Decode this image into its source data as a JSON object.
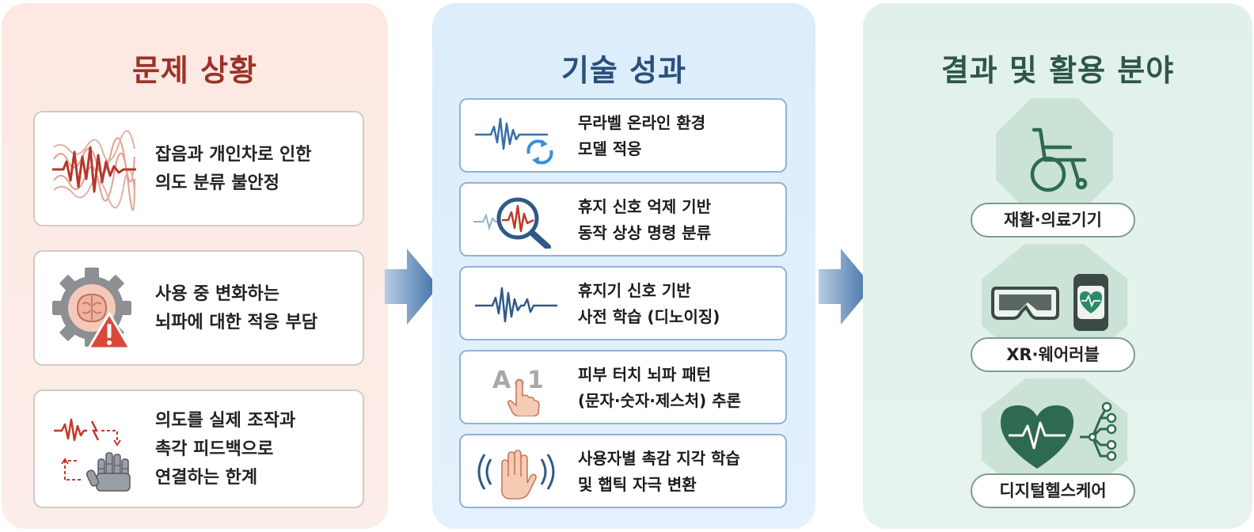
{
  "problem": {
    "title": "문제 상황",
    "cards": [
      {
        "lines": [
          "잡음과 개인차로 인한",
          "의도 분류 불안정"
        ],
        "icon": "noisy-waves-icon"
      },
      {
        "lines": [
          "사용 중 변화하는",
          "뇌파에 대한 적응 부담"
        ],
        "icon": "gear-brain-warning-icon"
      },
      {
        "lines": [
          "의도를 실제 조작과",
          "촉각 피드백으로",
          "연결하는 한계"
        ],
        "icon": "signal-robot-hand-icon"
      }
    ]
  },
  "tech": {
    "title": "기술 성과",
    "cards": [
      {
        "lines": [
          "무라벨 온라인 환경",
          "모델 적응"
        ],
        "icon": "wave-refresh-icon"
      },
      {
        "lines": [
          "휴지 신호 억제 기반",
          "동작 상상 명령 분류"
        ],
        "icon": "magnifier-wave-icon"
      },
      {
        "lines": [
          "휴지기 신호 기반",
          "사전 학습 (디노이징)"
        ],
        "icon": "signal-wave-icon"
      },
      {
        "lines": [
          "피부 터치 뇌파 패턴",
          "(문자·숫자·제스처) 추론"
        ],
        "icon": "touch-letters-icon",
        "glyphs": [
          "A",
          "1"
        ]
      },
      {
        "lines": [
          "사용자별 촉감 지각 학습",
          "및 햅틱 자극 변환"
        ],
        "icon": "haptic-hand-icon"
      }
    ]
  },
  "result": {
    "title": "결과 및 활용 분야",
    "items": [
      {
        "label": "재활·의료기기",
        "icon": "wheelchair-icon"
      },
      {
        "label": "XR·웨어러블",
        "icon": "vr-headset-smartwatch-icon"
      },
      {
        "label": "디지털헬스케어",
        "icon": "heart-network-icon"
      }
    ]
  },
  "colors": {
    "problem_accent": "#9b3328",
    "tech_accent": "#2a4f7c",
    "result_accent": "#2d5745",
    "arrow": "#3d6ea6"
  }
}
